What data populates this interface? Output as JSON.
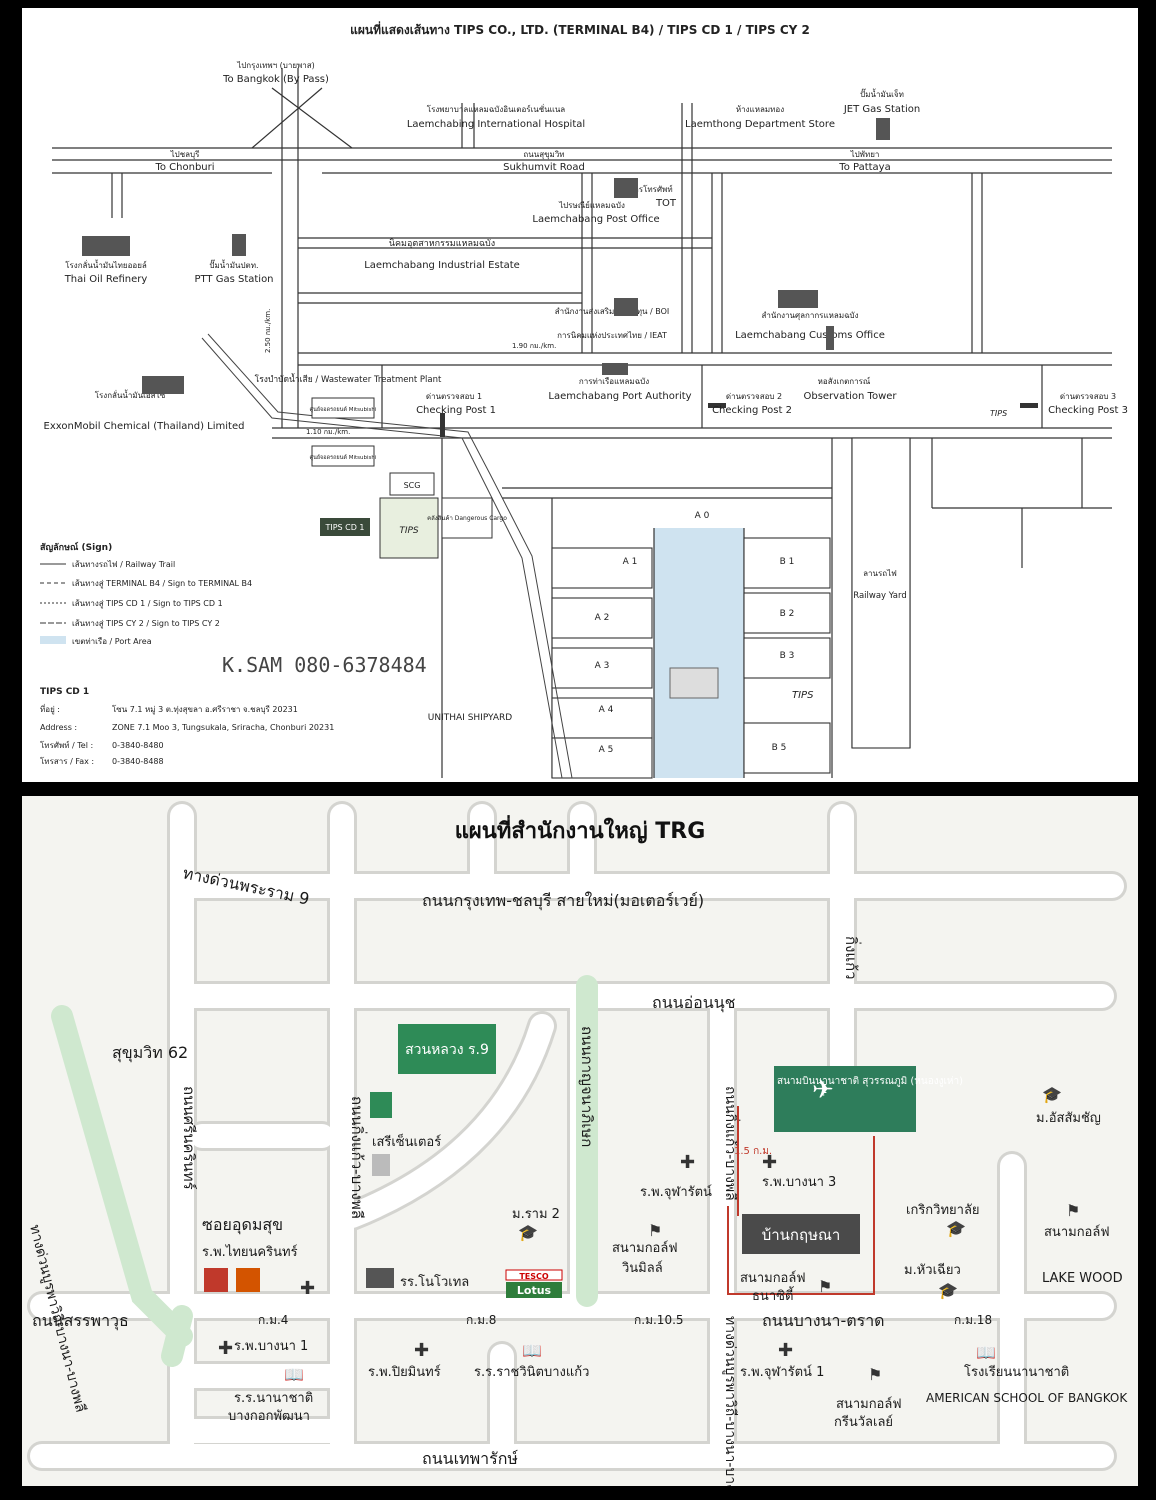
{
  "map1": {
    "title": "แผนที่แสดงเส้นทาง TIPS CO., LTD. (TERMINAL B4) / TIPS CD 1 / TIPS CY 2",
    "places": {
      "bangkok_th": "ไปกรุงเทพฯ (บายพาส)",
      "bangkok": "To Bangkok (By Pass)",
      "hospital_th": "โรงพยาบาลแหลมฉบังอินเตอร์เนชั่นแนล",
      "hospital": "Laemchabing International Hospital",
      "dept_th": "ห้างแหลมทอง",
      "dept": "Laemthong Department Store",
      "jet_th": "ปั๊มน้ำมันเจ็ท",
      "jet": "JET Gas Station",
      "chonburi_th": "ไปชลบุรี",
      "chonburi": "To Chonburi",
      "sukhumvit_th": "ถนนสุขุมวิท",
      "sukhumvit": "Sukhumvit Road",
      "pattaya_th": "ไปพัทยา",
      "pattaya": "To Pattaya",
      "tot_th": "องค์การโทรศัพท์",
      "tot": "TOT",
      "post_th": "ไปรษณีย์แหลมฉบัง",
      "post": "Laemchabang Post Office",
      "thaioil_th": "โรงกลั่นน้ำมันไทยออยล์",
      "thaioil": "Thai Oil Refinery",
      "ptt_th": "ปั๊มน้ำมันปตท.",
      "ptt": "PTT Gas Station",
      "estate_th": "นิคมอุตสาหกรรมแหลมฉบัง",
      "estate": "Laemchabang Industrial Estate",
      "boi_th": "สำนักงานส่งเสริมการลงทุน / BOI",
      "ieat_th": "การนิคมแห่งประเทศไทย / IEAT",
      "customs_th": "สำนักงานศุลกากรแหลมฉบัง",
      "customs": "Laemchabang Customs Office",
      "wastewater": "โรงบำบัดน้ำเสีย / Wastewater Treatment Plant",
      "exxon_th": "โรงกลั่นน้ำมันเอสโซ่",
      "exxon": "ExxonMobil Chemical (Thailand) Limited",
      "cp1_th": "ด่านตรวจสอบ 1",
      "cp1": "Checking Post 1",
      "authority_th": "การท่าเรือแหลมฉบัง",
      "authority": "Laemchabang Port Authority",
      "cp2_th": "ด่านตรวจสอบ 2",
      "cp2": "Checking Post 2",
      "tower_th": "หอสังเกตการณ์",
      "tower": "Observation Tower",
      "cp3_th": "ด่านตรวจสอบ 3",
      "cp3": "Checking Post 3",
      "scg": "SCG",
      "mitsu1": "ศูนย์จอดรถยนต์ Mitsubishi",
      "mitsu2": "ศูนย์จอดรถยนต์ Mitsubishi",
      "dangerous": "คลังสินค้า Dangerous Cargo",
      "railway_yard_th": "ลานรถไฟ",
      "railway_yard": "Railway Yard",
      "unithai": "UNITHAI SHIPYARD",
      "tips_cd1_box": "TIPS CD 1",
      "tips_logo": "TIPS"
    },
    "distances": {
      "d1": "2.50 กม./km.",
      "d2": "1.90 กม./km.",
      "d3": "1.10 กม./km."
    },
    "berths": [
      "A 0",
      "A 1",
      "A 2",
      "A 3",
      "A 4",
      "A 5",
      "B 1",
      "B 2",
      "B 3",
      "B 5"
    ],
    "legend": {
      "title": "สัญลักษณ์ (Sign)",
      "rail": "เส้นทางรถไฟ / Railway Trail",
      "b4": "เส้นทางสู่ TERMINAL B4 / Sign to TERMINAL B4",
      "cd1": "เส้นทางสู่ TIPS CD 1 / Sign to TIPS CD 1",
      "cy2": "เส้นทางสู่ TIPS CY 2 / Sign to TIPS CY 2",
      "port": "เขตท่าเรือ / Port Area"
    },
    "handwritten": "K.SAM 080-6378484",
    "contact": {
      "title": "TIPS CD 1",
      "addr_th_label": "ที่อยู่ :",
      "addr_th": "โซน 7.1 หมู่ 3 ต.ทุ่งสุขลา อ.ศรีราชา จ.ชลบุรี 20231",
      "addr_label": "Address :",
      "addr": "ZONE 7.1 Moo 3, Tungsukala, Sriracha, Chonburi 20231",
      "tel_label": "โทรศัพท์ / Tel :",
      "tel": "0-3840-8480",
      "fax_label": "โทรสาร / Fax :",
      "fax": "0-3840-8488"
    },
    "colors": {
      "port_area": "#cfe3f0",
      "cd1_fill": "#e8efdf",
      "route": "#555555"
    }
  },
  "map2": {
    "title": "แผนที่สำนักงานใหญ่ TRG",
    "roads": {
      "rama9_exp": "ทางด่วนพระราม 9",
      "motorway": "ถนนกรุงเทพ-ชลบุรี สายใหม่(มอเตอร์เวย์)",
      "onnut": "ถนนอ่อนนุช",
      "sukhumvit62": "สุขุมวิท 62",
      "expressway_v": "ทางด่วนบูรพาวิถี-บางนา-บางพลี",
      "srinakarin": "ถนนศรีนครินทร์",
      "kanchana": "ถนนกาญจนาภิเษก",
      "kingkaew": "กิ่งแก้ว",
      "king_kaew_sub": "ถนนกิ่งแก้ว-บางพลี",
      "soi_udomsuk": "ซอยอุดมสุข",
      "sanphawut": "ถนนสรรพาวุธ",
      "bangna_trad": "ถนนบางนา-ตราด",
      "theparak": "ถนนเทพารักษ์",
      "km4": "ก.ม.4",
      "km8": "ก.ม.8",
      "km105": "ก.ม.10.5",
      "km18": "ก.ม.18",
      "dist": "1.5 ก.ม."
    },
    "places": {
      "suanluang": "สวนหลวง ร.9",
      "seacon": "เสรีเซ็นเตอร์",
      "airport": "สนามบินนานาชาติ สุวรรณภูมิ (หนองงูเห่า)",
      "assumption": "ม.อัสสัมชัญ",
      "chularat": "ร.พ.จุฬารัตน์",
      "bangna3": "ร.พ.บางนา 3",
      "ram2": "ม.ราม 2",
      "kerk": "เกริกวิทยาลัย",
      "banthai": "บ้านกฤษณา",
      "huachiew": "ม.หัวเฉียว",
      "lakewood_th": "สนามกอล์ฟ",
      "lakewood": "LAKE WOOD",
      "thainakarin": "ร.พ.ไทยนครินทร์",
      "novotel": "รร.โนโวเทล",
      "lotus": "Lotus",
      "tesco": "TESCO",
      "golf_vinmin_a": "สนามกอล์ฟ",
      "golf_vinmin_b": "วินมิลล์",
      "golf_thani_a": "สนามกอล์ฟ",
      "golf_thani_b": "ธนาซิตี้",
      "bangna1": "ร.พ.บางนา 1",
      "piyamin": "ร.พ.ปิยมินทร์",
      "rachawinit": "ร.ร.ราชวินิตบางแก้ว",
      "chularat1": "ร.พ.จุฬารัตน์ 1",
      "golf_green_a": "สนามกอล์ฟ",
      "golf_green_b": "กรีนวัลเลย์",
      "intl_school_th": "โรงเรียนนานาชาติ",
      "intl_school": "AMERICAN SCHOOL OF BANGKOK",
      "bkk_patana_a": "ร.ร.นานาชาติ",
      "bkk_patana_b": "บางกอกพัฒนา"
    },
    "colors": {
      "road": "#ffffff",
      "road_edge": "#d4d4d0",
      "green_road": "#cfe8cf",
      "sign_green": "#2e8b57",
      "route_red": "#c0392b"
    }
  }
}
